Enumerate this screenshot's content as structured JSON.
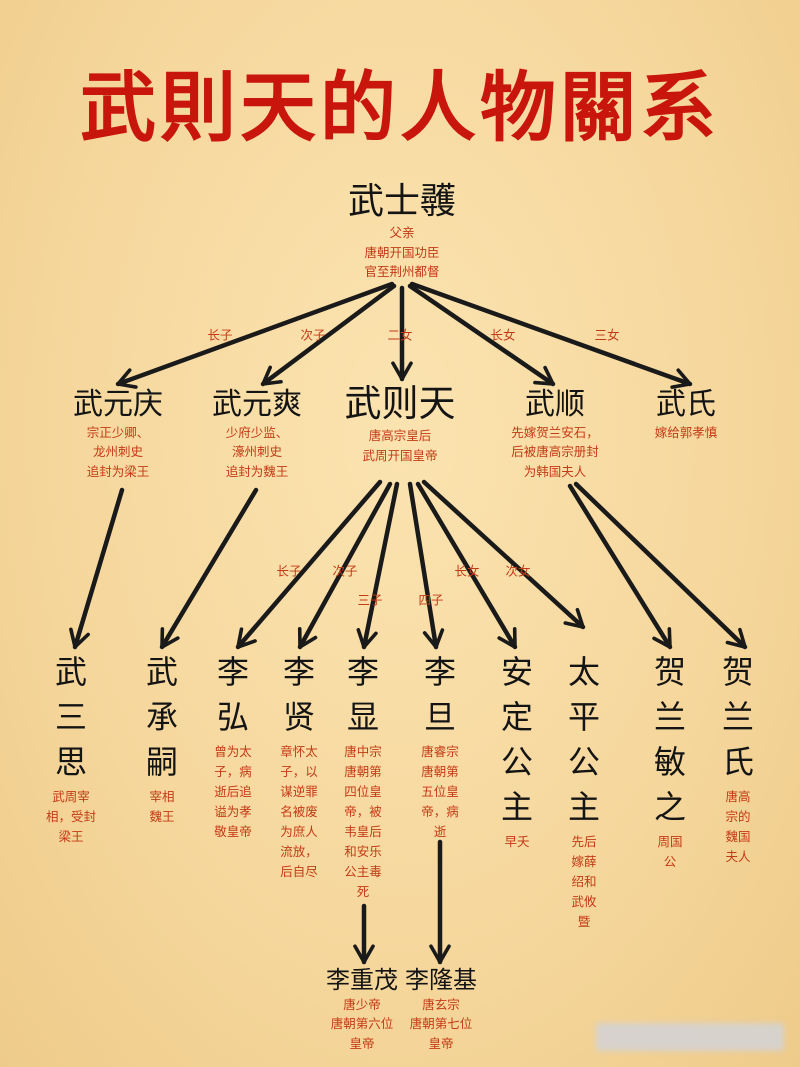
{
  "title": "武則天的人物關系",
  "root": {
    "name": "武士彠",
    "desc": [
      "父亲",
      "唐朝开国功臣",
      "官至荆州都督"
    ]
  },
  "children": [
    {
      "name": "武元庆",
      "desc": [
        "宗正少卿、",
        "龙州刺史",
        "追封为梁王"
      ]
    },
    {
      "name": "武元爽",
      "desc": [
        "少府少监、",
        "濠州刺史",
        "追封为魏王"
      ]
    },
    {
      "name": "武则天",
      "desc": [
        "唐高宗皇后",
        "武周开国皇帝"
      ]
    },
    {
      "name": "武顺",
      "desc": [
        "先嫁贺兰安石，",
        "后被唐高宗册封",
        "为韩国夫人"
      ]
    },
    {
      "name": "武氏",
      "desc": [
        "嫁给郭孝慎"
      ]
    }
  ],
  "root_edge_labels": [
    "长子",
    "次子",
    "二女",
    "长女",
    "三女"
  ],
  "wu_zetian_edge_labels": [
    "长子",
    "次子",
    "三子",
    "四子",
    "长女",
    "次女"
  ],
  "grandchildren": [
    {
      "name": [
        "武",
        "三",
        "思"
      ],
      "desc": [
        "武周宰",
        "相，受封",
        "梁王"
      ]
    },
    {
      "name": [
        "武",
        "承",
        "嗣"
      ],
      "desc": [
        "宰相",
        "魏王"
      ]
    },
    {
      "name": [
        "李",
        "弘"
      ],
      "desc": [
        "曾为太",
        "子，病",
        "逝后追",
        "谥为孝",
        "敬皇帝"
      ]
    },
    {
      "name": [
        "李",
        "贤"
      ],
      "desc": [
        "章怀太",
        "子，以",
        "谋逆罪",
        "名被废",
        "为庶人",
        "流放，",
        "后自尽"
      ]
    },
    {
      "name": [
        "李",
        "显"
      ],
      "desc": [
        "唐中宗",
        "唐朝第",
        "四位皇",
        "帝，被",
        "韦皇后",
        "和安乐",
        "公主毒",
        "死"
      ]
    },
    {
      "name": [
        "李",
        "旦"
      ],
      "desc": [
        "唐睿宗",
        "唐朝第",
        "五位皇",
        "帝，病",
        "逝"
      ]
    },
    {
      "name": [
        "安",
        "定",
        "公",
        "主"
      ],
      "desc": [
        "早夭"
      ]
    },
    {
      "name": [
        "太",
        "平",
        "公",
        "主"
      ],
      "desc": [
        "先后",
        "嫁薛",
        "绍和",
        "武攸",
        "暨"
      ]
    },
    {
      "name": [
        "贺",
        "兰",
        "敏",
        "之"
      ],
      "desc": [
        "周国",
        "公"
      ]
    },
    {
      "name": [
        "贺",
        "兰",
        "氏"
      ],
      "desc": [
        "唐高",
        "宗的",
        "魏国",
        "夫人"
      ]
    }
  ],
  "great_grandchildren": [
    {
      "name": "李重茂",
      "desc": [
        "唐少帝",
        "唐朝第六位",
        "皇帝"
      ]
    },
    {
      "name": "李隆基",
      "desc": [
        "唐玄宗",
        "唐朝第七位",
        "皇帝"
      ]
    }
  ],
  "colors": {
    "title": "#c8160d",
    "name": "#141414",
    "desc": "#c43a16",
    "arrow": "#1a1a1a"
  }
}
